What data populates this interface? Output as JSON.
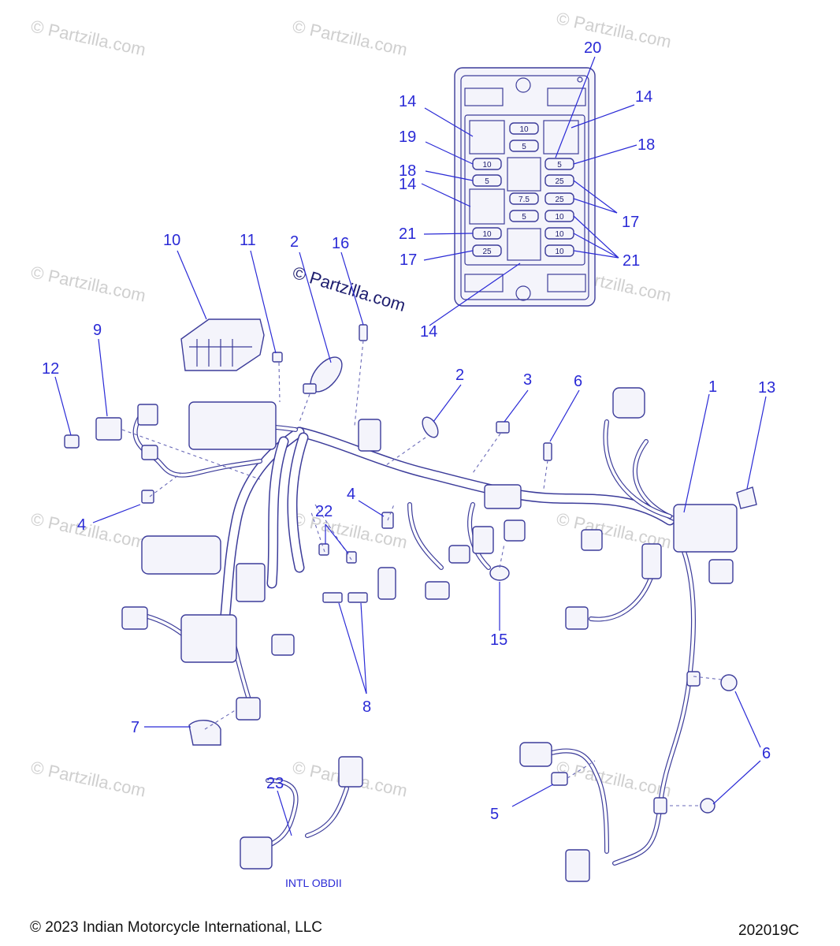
{
  "watermark": "© Partzilla.com",
  "callouts": {
    "c1": "1",
    "c2a": "2",
    "c2b": "2",
    "c3": "3",
    "c4a": "4",
    "c4b": "4",
    "c5": "5",
    "c6a": "6",
    "c6b": "6",
    "c7": "7",
    "c8": "8",
    "c9": "9",
    "c10": "10",
    "c11": "11",
    "c12": "12",
    "c13": "13",
    "c14a": "14",
    "c14b": "14",
    "c14c": "14",
    "c14d": "14",
    "c15": "15",
    "c16": "16",
    "c17a": "17",
    "c17b": "17",
    "c18a": "18",
    "c18b": "18",
    "c19": "19",
    "c20": "20",
    "c21a": "21",
    "c21b": "21",
    "c22": "22",
    "c23": "23"
  },
  "fuses": {
    "f1": "10",
    "f2": "5",
    "f3": "10",
    "f4": "5",
    "f5": "7.5",
    "f6": "5",
    "f7": "10",
    "f8": "25",
    "f9": "5",
    "f10": "25",
    "f11": "25",
    "f12": "10",
    "f13": "10",
    "f14": "10"
  },
  "obd_label": "INTL OBDII",
  "footer": {
    "copyright": "© 2023 Indian Motorcycle International, LLC",
    "diagram_id": "202019C"
  }
}
